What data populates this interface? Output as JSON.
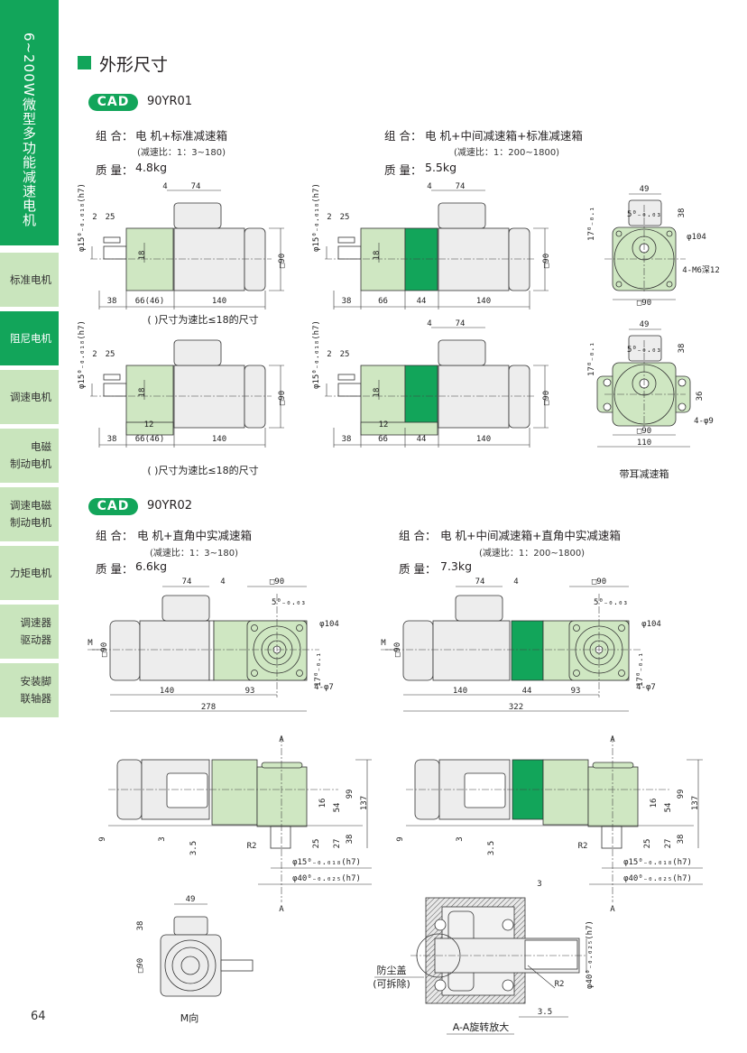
{
  "sidebar": {
    "title": "6~200W微型多功能减速电机",
    "items": [
      {
        "label": "标准电机",
        "active": false
      },
      {
        "label": "阻尼电机",
        "active": true
      },
      {
        "label": "调速电机",
        "active": false
      },
      {
        "label": "电磁\n制动电机",
        "active": false
      },
      {
        "label": "调速电磁\n制动电机",
        "active": false
      },
      {
        "label": "力矩电机",
        "active": false
      },
      {
        "label": "调速器\n驱动器",
        "active": false
      },
      {
        "label": "安装脚\n联轴器",
        "active": false
      }
    ],
    "page_number": "64"
  },
  "section_title": "外形尺寸",
  "yr01": {
    "badge": "CAD",
    "model": "90YR01",
    "left": {
      "combo_label": "组 合：",
      "combo": "电 机+标准减速箱",
      "ratio": "(减速比：1：3~180)",
      "mass_label": "质 量：",
      "mass": "4.8kg"
    },
    "right": {
      "combo_label": "组 合：",
      "combo": "电 机+中间减速箱+标准减速箱",
      "ratio": "(减速比：1：200~1800)",
      "mass_label": "质 量：",
      "mass": "5.5kg"
    }
  },
  "yr02": {
    "badge": "CAD",
    "model": "90YR02",
    "left": {
      "combo_label": "组 合：",
      "combo": "电 机+直角中实减速箱",
      "ratio": "(减速比：1：3~180)",
      "mass_label": "质 量：",
      "mass": "6.6kg"
    },
    "right": {
      "combo_label": "组 合：",
      "combo": "电 机+中间减速箱+直角中实减速箱",
      "ratio": "(减速比：1：200~1800)",
      "mass_label": "质 量：",
      "mass": "7.3kg"
    }
  },
  "drawings": {
    "a": {
      "dims": [
        "4",
        "74",
        "φ15⁰₋₀.₀₁₈(h7)",
        "2",
        "25",
        "18",
        "□90",
        "38",
        "66(46)",
        "140"
      ],
      "note": "( )尺寸为速比≤18的尺寸"
    },
    "b": {
      "dims": [
        "4",
        "74",
        "φ15⁰₋₀.₀₁₈(h7)",
        "2",
        "25",
        "18",
        "□90",
        "38",
        "66",
        "44",
        "140"
      ]
    },
    "c": {
      "dims": [
        "φ15⁰₋₀.₀₁₈(h7)",
        "2",
        "25",
        "18",
        "□90",
        "12",
        "38",
        "66(46)",
        "140"
      ],
      "note": "( )尺寸为速比≤18的尺寸"
    },
    "d": {
      "dims": [
        "4",
        "74",
        "φ15⁰₋₀.₀₁₈(h7)",
        "2",
        "25",
        "18",
        "□90",
        "12",
        "38",
        "66",
        "44",
        "140"
      ]
    },
    "e": {
      "dims": [
        "49",
        "5⁰₋₀.₀₃",
        "38",
        "17⁰₋₀.₁",
        "φ104",
        "4-M6深12",
        "□90"
      ]
    },
    "f": {
      "dims": [
        "49",
        "5⁰₋₀.₀₃",
        "38",
        "17⁰₋₀.₁",
        "36",
        "4-φ9",
        "□90",
        "110"
      ],
      "caption": "带耳减速箱"
    },
    "g": {
      "dims": [
        "74",
        "4",
        "□90",
        "5⁰₋₀.₀₃",
        "φ104",
        "□90",
        "17⁰₋₀.₁",
        "4-φ7",
        "140",
        "93",
        "278",
        "M"
      ]
    },
    "h": {
      "dims": [
        "74",
        "4",
        "□90",
        "5⁰₋₀.₀₃",
        "φ104",
        "□90",
        "17⁰₋₀.₁",
        "4-φ7",
        "140",
        "44",
        "93",
        "322",
        "M"
      ]
    },
    "i": {
      "dims": [
        "A",
        "A",
        "9",
        "3",
        "3.5",
        "R2",
        "25",
        "27",
        "38",
        "16",
        "54",
        "99",
        "137",
        "φ15⁰₋₀.₀₁₈(h7)",
        "φ40⁰₋₀.₀₂₅(h7)"
      ]
    },
    "j": {
      "dims": [
        "A",
        "A",
        "9",
        "3",
        "3.5",
        "R2",
        "25",
        "27",
        "38",
        "16",
        "54",
        "99",
        "137",
        "φ15⁰₋₀.₀₁₈(h7)",
        "φ40⁰₋₀.₀₂₅(h7)"
      ]
    },
    "k": {
      "dims": [
        "49",
        "38",
        "□90"
      ],
      "caption": "M向"
    },
    "l": {
      "dims": [
        "3",
        "防尘盖",
        "(可拆除)",
        "R2",
        "3.5",
        "φ40⁰₋₀.₀₂₅(h7)"
      ],
      "caption": "A-A旋转放大"
    }
  },
  "colors": {
    "brand_green": "#12a55a",
    "light_green": "#c9e5bd",
    "gearbox_green": "#cfe7c2",
    "motor_gray": "#ededed"
  }
}
